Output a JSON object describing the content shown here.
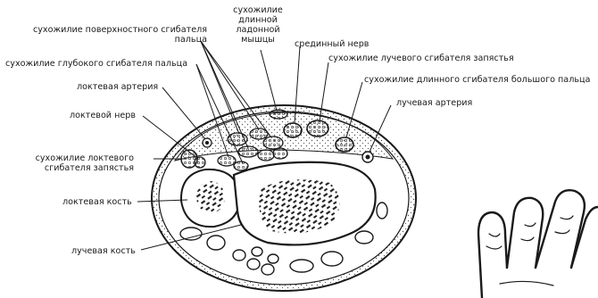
{
  "labels": {
    "palmaris_longus_1": "сухожилие",
    "palmaris_longus_2": "длинной",
    "palmaris_longus_3": "ладонной",
    "palmaris_longus_4": "мышцы",
    "fds_1": "сухожилие поверхностного сгибателя",
    "fds_2": "пальца",
    "fdp": "сухожилие глубокого сгибателя пальца",
    "ulnar_artery": "локтевая артерия",
    "ulnar_nerve": "локтевой нерв",
    "fcu_1": "сухожилие локтевого",
    "fcu_2": "сгибателя запястья",
    "ulna": "локтевая кость",
    "radius": "лучевая кость",
    "median_nerve": "срединный нерв",
    "fcr": "сухожилие лучевого сгибателя запястья",
    "fpl": "сухожилие длинного сгибателя большого пальца",
    "radial_artery": "лучевая артерия"
  },
  "colors": {
    "ink": "#1a1a1a",
    "background": "#ffffff"
  }
}
